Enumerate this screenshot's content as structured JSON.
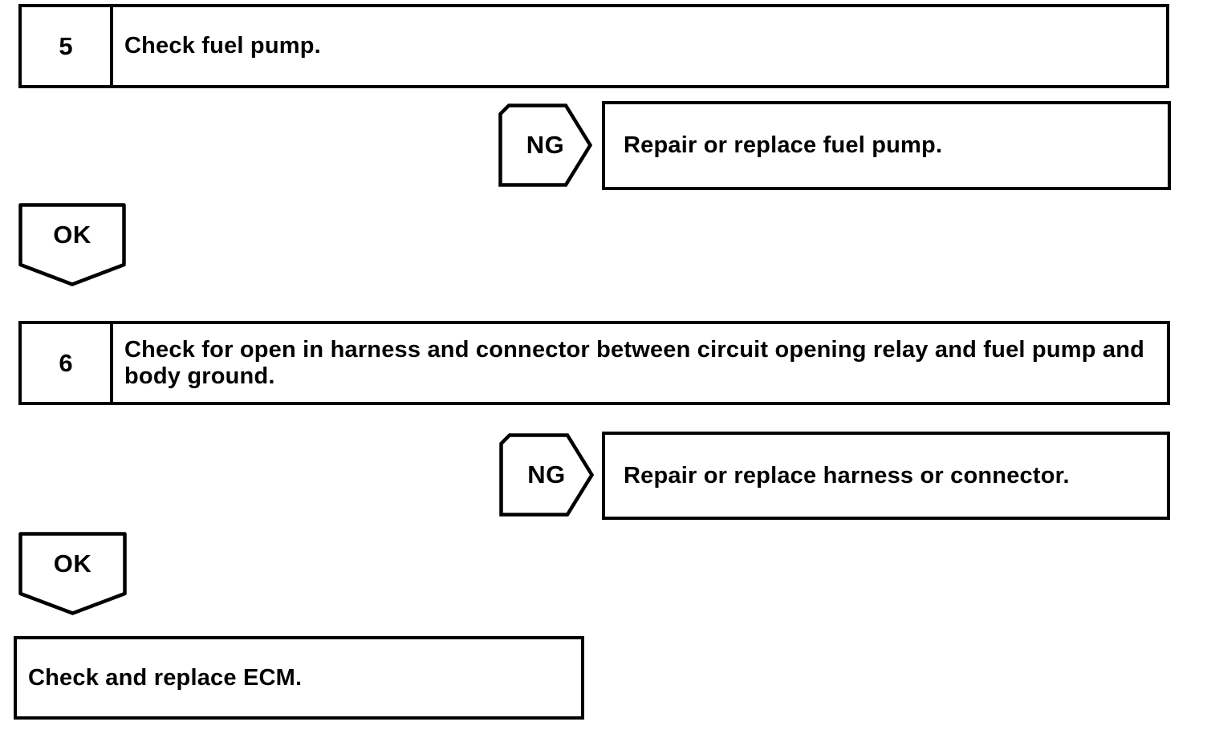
{
  "document": {
    "background_color": "#ffffff",
    "ink_color": "#000000"
  },
  "flowchart": {
    "steps": [
      {
        "number": "5",
        "instruction": "Check fuel pump.",
        "ng": {
          "label": "NG",
          "action": "Repair or replace fuel pump."
        },
        "ok": {
          "label": "OK"
        }
      },
      {
        "number": "6",
        "instruction": "Check for open in harness and connector between circuit opening relay and fuel pump and body ground.",
        "ng": {
          "label": "NG",
          "action": "Repair or replace harness or connector."
        },
        "ok": {
          "label": "OK"
        }
      }
    ],
    "final_step": {
      "action": "Check and replace ECM."
    }
  }
}
